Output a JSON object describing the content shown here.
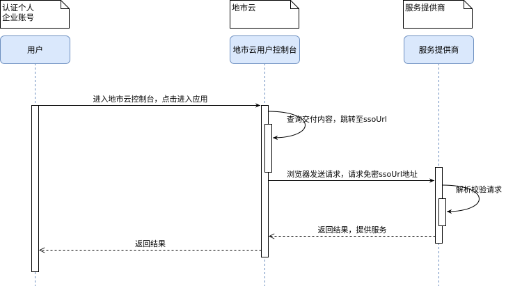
{
  "notes": [
    {
      "id": "user-note",
      "lines": [
        "认证个人",
        "企业账号"
      ]
    },
    {
      "id": "cloud-note",
      "lines": [
        "地市云"
      ]
    },
    {
      "id": "provider-note",
      "lines": [
        "服务提供商"
      ]
    }
  ],
  "participants": [
    {
      "id": "user",
      "label": "用户"
    },
    {
      "id": "console",
      "label": "地市云用户控制台"
    },
    {
      "id": "provider",
      "label": "服务提供商"
    }
  ],
  "messages": [
    {
      "id": "enter-console",
      "label": "进入地市云控制台，点击进入应用",
      "type": "sync"
    },
    {
      "id": "query-delivery",
      "label": "查询交付内容，跳转至ssoUrl",
      "type": "self"
    },
    {
      "id": "browser-request",
      "label": "浏览器发送请求，请求免密ssoUrl地址",
      "type": "sync"
    },
    {
      "id": "parse-verify",
      "label": "解析校验请求",
      "type": "self"
    },
    {
      "id": "return-provide",
      "label": "返回结果，提供服务",
      "type": "return"
    },
    {
      "id": "return-result",
      "label": "返回结果",
      "type": "return"
    }
  ],
  "colors": {
    "actor_fill": "#dae8fc",
    "actor_stroke": "#6c8ebf",
    "lifeline": "#6c8ebf",
    "line": "#000000",
    "background": "#ffffff"
  }
}
